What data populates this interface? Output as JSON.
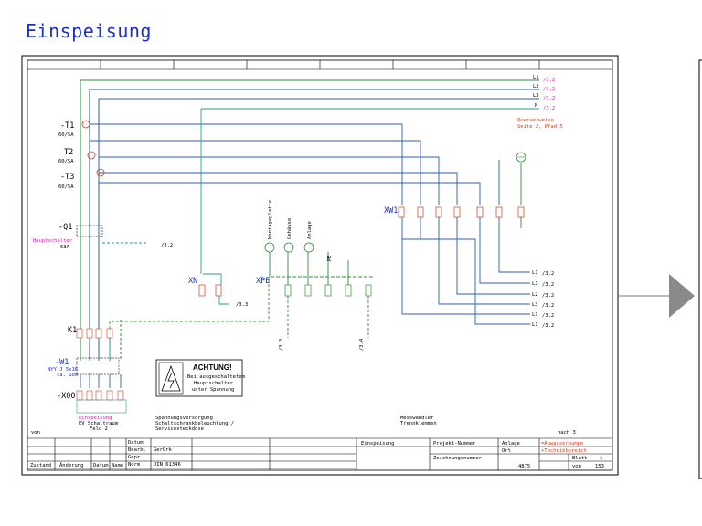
{
  "page": {
    "title": "Einspeisung"
  },
  "colors": {
    "title": "#1a2ecf",
    "wire_green": "#2f8f3a",
    "wire_blue": "#2b5fb0",
    "wire_cyan": "#2a9a9a",
    "ref_magenta": "#d81bb0",
    "contact_red": "#d23a1a",
    "label_blue": "#1a2ecf"
  },
  "schematic": {
    "bus": [
      {
        "name": "L1",
        "ref": "/3.2"
      },
      {
        "name": "L2",
        "ref": "/3.2"
      },
      {
        "name": "L3",
        "ref": "/3.2"
      },
      {
        "name": "N",
        "ref": "/3.2"
      }
    ],
    "cross_ref_note": [
      "Querverweise",
      "Seite 2, Pfad 5"
    ],
    "t1": "-T1",
    "t2": "T2",
    "t3": "-T3",
    "ct_rating": "60/5A",
    "q1": "-Q1",
    "q1_sub": "Hauptschalter",
    "q1_rating": "63A",
    "k1": "K1",
    "w1": "-W1",
    "w1_cable": [
      "NYY-J 5x16",
      "ca. 10m"
    ],
    "x00": "-X00",
    "xn": "XN",
    "xpe": "XPE",
    "xw1": "XW1",
    "ref_q1": "/3.2",
    "ref_xn": "/3.3",
    "xpe_loads": [
      "Montageplatte",
      "Gehäuse",
      "Anlage",
      "PE"
    ],
    "xpe_down_refs": [
      "/3.3",
      "/3.4"
    ],
    "outputs": [
      {
        "name": "L1",
        "ref": "/3.2"
      },
      {
        "name": "L1",
        "ref": "/3.2"
      },
      {
        "name": "L2",
        "ref": "/3.2"
      },
      {
        "name": "L3",
        "ref": "/3.2"
      },
      {
        "name": "L1",
        "ref": "/3.2"
      },
      {
        "name": "L1",
        "ref": "/3.2"
      }
    ],
    "warning": {
      "heading": "ACHTUNG!",
      "lines": [
        "Bei ausgeschaltetem",
        "Hauptschalter",
        "unter Spannung"
      ]
    },
    "captions": [
      [
        "Einspeisung",
        "EV Schaltraum",
        "Feld 2"
      ],
      [
        "Spannungsversorgung",
        "Schaltschrankbeleuchtung /",
        "Servicesteckdose"
      ],
      [
        "Messwandler",
        "Trennklemmen"
      ]
    ]
  },
  "title_block": {
    "von": "von",
    "nach": "nach 3",
    "rows": [
      "Datum",
      "Bearb.",
      "Gepr.",
      "Norm"
    ],
    "bearb_value": "GerGrk",
    "norm_value": "DIN 61346",
    "bottom_labels": [
      "Zustand",
      "Änderung",
      "Datum",
      "Name"
    ],
    "drawing_title": "Einspeisung",
    "projekt": "Projekt-Nummer",
    "zeichnung": "Zeichnungsnummer",
    "anlage_label": "Anlage",
    "anlage_value": "=Abwasserpumpe",
    "ort_label": "Ort",
    "ort_value": "+Technikbereich",
    "number": "4875",
    "blatt_label": "Blatt",
    "blatt_value": "1",
    "von_label": "von",
    "von_value": "153"
  }
}
